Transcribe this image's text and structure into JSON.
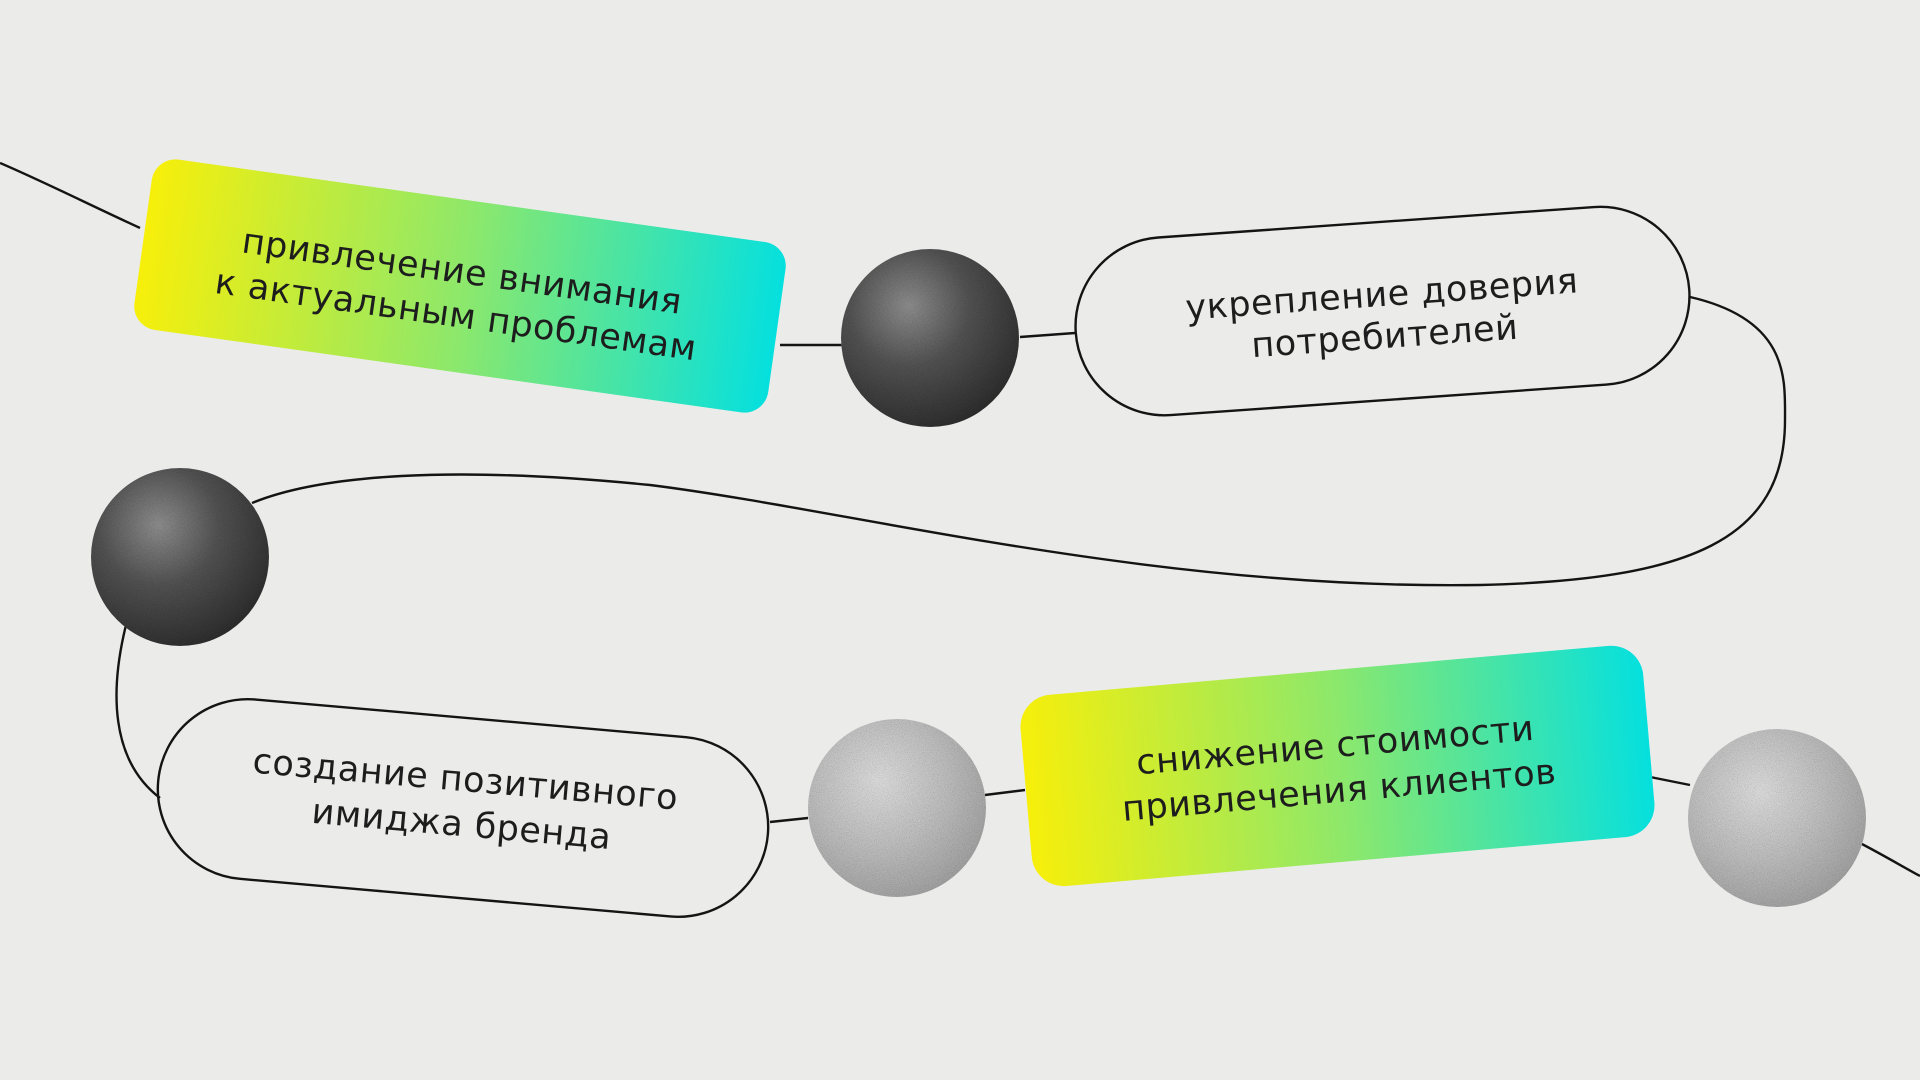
{
  "diagram": {
    "colors": {
      "background": "#ebecea",
      "line": "#141414",
      "gradient_start": "#f7ef0a",
      "gradient_mid": "#8ee86a",
      "gradient_end": "#05e0de",
      "sphere_dark": "#2e2e2e",
      "sphere_light": "#a9a9a9"
    },
    "cards": [
      {
        "id": "attention",
        "style": "gradient",
        "lines": [
          "привлечение внимания",
          "к актуальным проблемам"
        ]
      },
      {
        "id": "trust",
        "style": "outline",
        "lines": [
          "укрепление доверия",
          "потребителей"
        ]
      },
      {
        "id": "image",
        "style": "outline",
        "lines": [
          "создание позитивного",
          "имиджа бренда"
        ]
      },
      {
        "id": "cost",
        "style": "gradient",
        "lines": [
          "снижение стоимости",
          "привлечения клиентов"
        ]
      }
    ],
    "spheres": [
      {
        "id": "sphere-1",
        "tone": "dark"
      },
      {
        "id": "sphere-2",
        "tone": "dark"
      },
      {
        "id": "sphere-3",
        "tone": "light"
      },
      {
        "id": "sphere-4",
        "tone": "light"
      }
    ]
  }
}
